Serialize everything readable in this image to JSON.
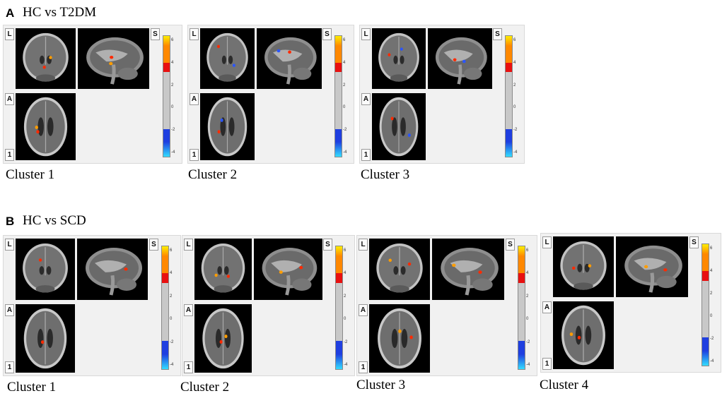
{
  "sections": [
    {
      "letter": "A",
      "title": "HC vs T2DM",
      "clusters": [
        {
          "label": "Cluster 1",
          "spots": [
            "red",
            "orange"
          ]
        },
        {
          "label": "Cluster 2",
          "spots": [
            "red",
            "blue"
          ]
        },
        {
          "label": "Cluster 3",
          "spots": [
            "blue",
            "red"
          ]
        }
      ]
    },
    {
      "letter": "B",
      "title": "HC vs SCD",
      "clusters": [
        {
          "label": "Cluster 1",
          "spots": [
            "red"
          ]
        },
        {
          "label": "Cluster 2",
          "spots": [
            "red",
            "orange"
          ]
        },
        {
          "label": "Cluster 3",
          "spots": [
            "red",
            "orange"
          ]
        },
        {
          "label": "Cluster 4",
          "spots": [
            "red",
            "orange"
          ]
        }
      ]
    }
  ],
  "view_tags": {
    "coronal": "L",
    "sagittal": "S",
    "axial_top": "A",
    "axial_bottom": "1"
  },
  "colorbar": {
    "ticks": [
      "6",
      "4",
      "2",
      "0",
      "-2",
      "-4"
    ],
    "colors": {
      "yellow": "#ffee00",
      "orange": "#ff8800",
      "red": "#e81010",
      "gray": "#c8c8c8",
      "blue": "#1f3fe0",
      "cyan": "#33ddff"
    }
  },
  "activation_colors": {
    "red": "#ff2a00",
    "orange": "#ff9d00",
    "blue": "#2a55ff"
  }
}
